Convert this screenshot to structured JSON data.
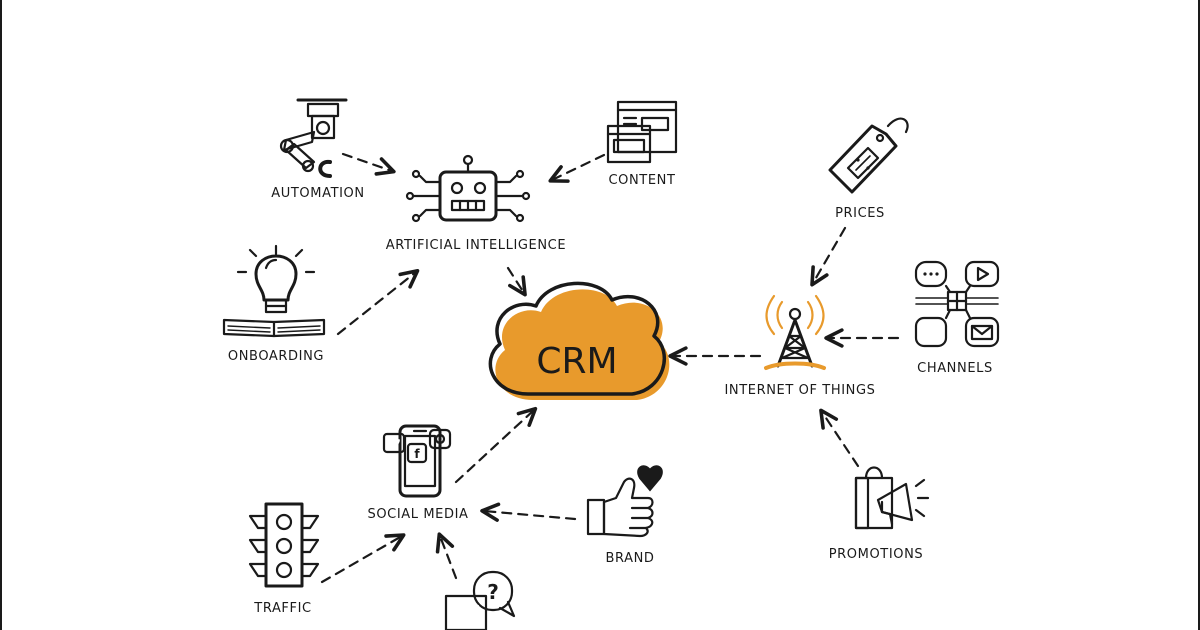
{
  "colors": {
    "accent": "#e89a2c",
    "ink": "#1a1a1a",
    "background": "#ffffff"
  },
  "center": {
    "label": "CRM",
    "icon": "cloud-icon"
  },
  "nodes": {
    "automation": {
      "label": "AUTOMATION",
      "icon": "robot-arm-icon"
    },
    "ai": {
      "label": "ARTIFICIAL INTELLIGENCE",
      "icon": "robot-head-icon"
    },
    "content": {
      "label": "CONTENT",
      "icon": "browser-windows-icon"
    },
    "prices": {
      "label": "PRICES",
      "icon": "price-tag-icon"
    },
    "onboarding": {
      "label": "ONBOARDING",
      "icon": "lightbulb-book-icon"
    },
    "iot": {
      "label": "INTERNET OF THINGS",
      "icon": "antenna-tower-icon"
    },
    "channels": {
      "label": "CHANNELS",
      "icon": "channels-network-icon"
    },
    "social": {
      "label": "SOCIAL MEDIA",
      "icon": "smartphone-social-icon"
    },
    "brand": {
      "label": "BRAND",
      "icon": "thumbs-up-heart-icon"
    },
    "promotions": {
      "label": "PROMOTIONS",
      "icon": "shopping-bag-megaphone-icon"
    },
    "traffic": {
      "label": "TRAFFIC",
      "icon": "traffic-light-icon"
    },
    "support": {
      "label": "",
      "icon": "question-chat-icon"
    }
  }
}
